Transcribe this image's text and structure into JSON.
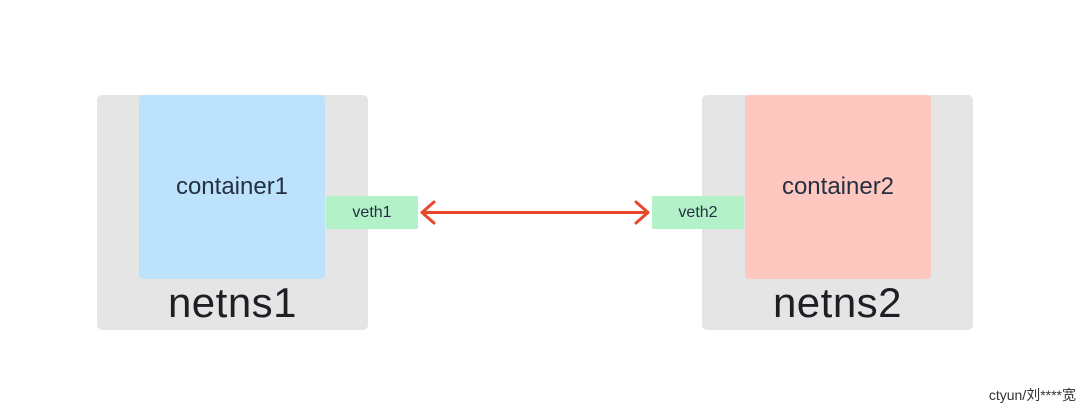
{
  "diagram": {
    "namespaces": [
      {
        "label": "netns1",
        "container": "container1",
        "veth": "veth1"
      },
      {
        "label": "netns2",
        "container": "container2",
        "veth": "veth2"
      }
    ],
    "link": {
      "type": "bidirectional-arrow",
      "color": "#e8472a"
    },
    "colors": {
      "namespace_bg": "#e5e5e5",
      "container1_bg": "#bde2fc",
      "container2_bg": "#fec7c0",
      "veth_bg": "#b3f2c9"
    }
  },
  "watermark": "ctyun/刘****宽"
}
